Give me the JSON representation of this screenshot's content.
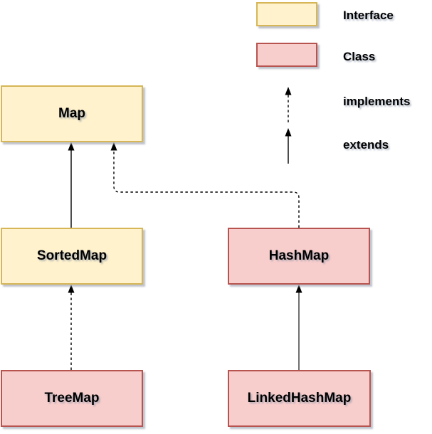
{
  "diagram": {
    "title_hint": "Java Map hierarchy",
    "nodes": [
      {
        "id": "map",
        "label": "Map",
        "type": "interface"
      },
      {
        "id": "sortedmap",
        "label": "SortedMap",
        "type": "interface"
      },
      {
        "id": "hashmap",
        "label": "HashMap",
        "type": "class"
      },
      {
        "id": "treemap",
        "label": "TreeMap",
        "type": "class"
      },
      {
        "id": "linkedhashmap",
        "label": "LinkedHashMap",
        "type": "class"
      }
    ],
    "edges": [
      {
        "from": "sortedmap",
        "to": "map",
        "type": "extends",
        "line": "solid"
      },
      {
        "from": "treemap",
        "to": "sortedmap",
        "type": "implements",
        "line": "dashed"
      },
      {
        "from": "linkedhashmap",
        "to": "hashmap",
        "type": "extends",
        "line": "solid"
      },
      {
        "from": "hashmap",
        "to": "map",
        "type": "implements",
        "line": "dashed"
      }
    ]
  },
  "legend": {
    "interface_label": "Interface",
    "class_label": "Class",
    "implements_label": "implements",
    "extends_label": "extends"
  },
  "colors": {
    "interface_fill": "#FFF2CC",
    "interface_border": "#D6B656",
    "class_fill": "#F8CECC",
    "class_border": "#B85450",
    "edge_black": "#000000",
    "edge_gray": "#606060",
    "background": "#FFFFFF"
  }
}
